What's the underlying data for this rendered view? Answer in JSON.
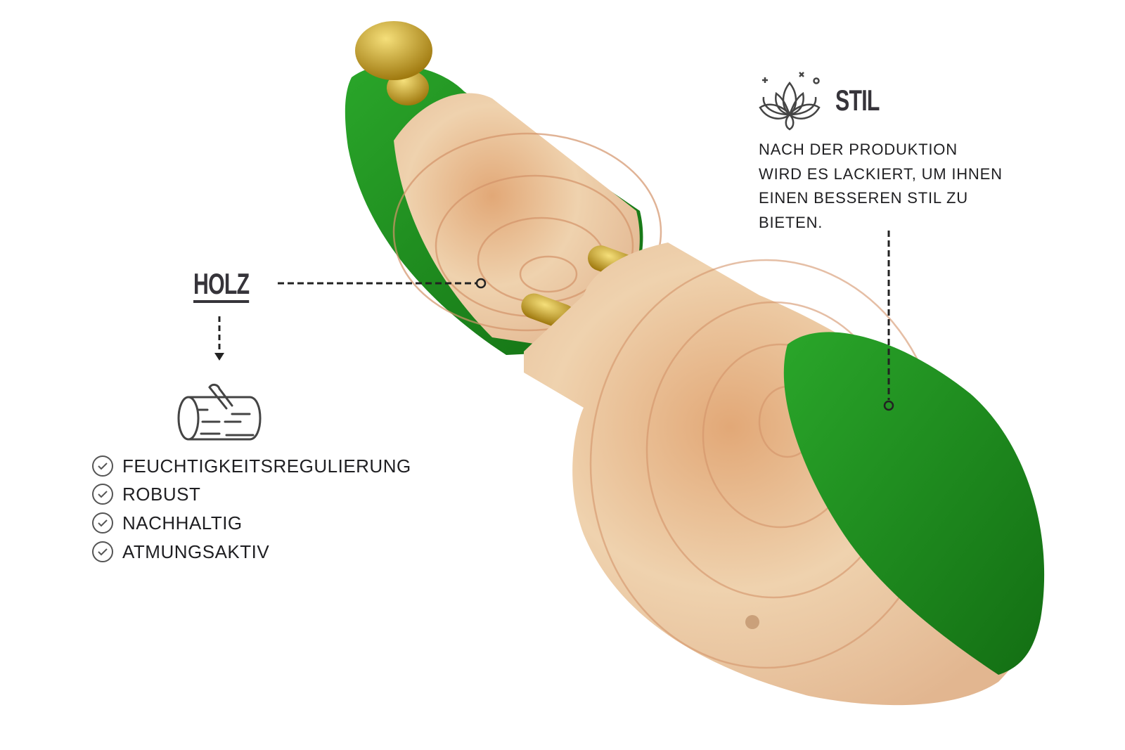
{
  "holz": {
    "title": "HOLZ",
    "features": [
      "FEUCHTIGKEITSREGULIERUNG",
      "ROBUST",
      "NACHHALTIG",
      "ATMUNGSAKTIV"
    ],
    "icon": "wood-log-icon"
  },
  "stil": {
    "title": "STIL",
    "icon": "lotus-flower-icon",
    "description_lines": [
      "NACH DER PRODUKTION",
      "WIRD ES LACKIERT, UM IHNEN",
      "EINEN BESSEREN STIL ZU",
      "BIETEN."
    ]
  },
  "colors": {
    "green": "#1f8a1f",
    "wood": "#e8c49a",
    "brass": "#c9a227",
    "text": "#36343a"
  }
}
